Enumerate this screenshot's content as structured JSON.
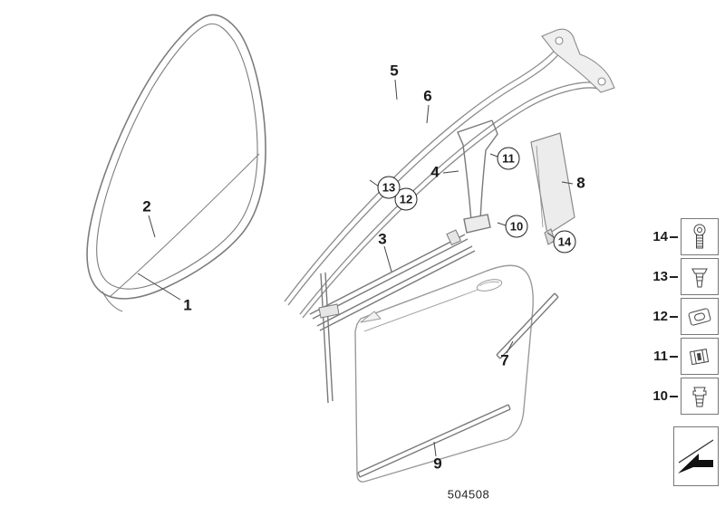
{
  "diagram": {
    "part_number": "504508",
    "callouts": [
      {
        "text": "1"
      },
      {
        "text": "2"
      },
      {
        "text": "3"
      },
      {
        "text": "4"
      },
      {
        "text": "5"
      },
      {
        "text": "6"
      },
      {
        "text": "7"
      },
      {
        "text": "8"
      },
      {
        "text": "9"
      },
      {
        "text": "10"
      },
      {
        "text": "11"
      },
      {
        "text": "12"
      },
      {
        "text": "13"
      },
      {
        "text": "14"
      }
    ]
  },
  "legend": {
    "rows": [
      {
        "label": "14",
        "icon": "torx-screw-icon"
      },
      {
        "label": "13",
        "icon": "expanding-rivet-icon"
      },
      {
        "label": "12",
        "icon": "cage-nut-icon"
      },
      {
        "label": "11",
        "icon": "spring-clip-icon"
      },
      {
        "label": "10",
        "icon": "grommet-icon"
      }
    ],
    "arrow_icon": "direction-arrow-icon"
  }
}
